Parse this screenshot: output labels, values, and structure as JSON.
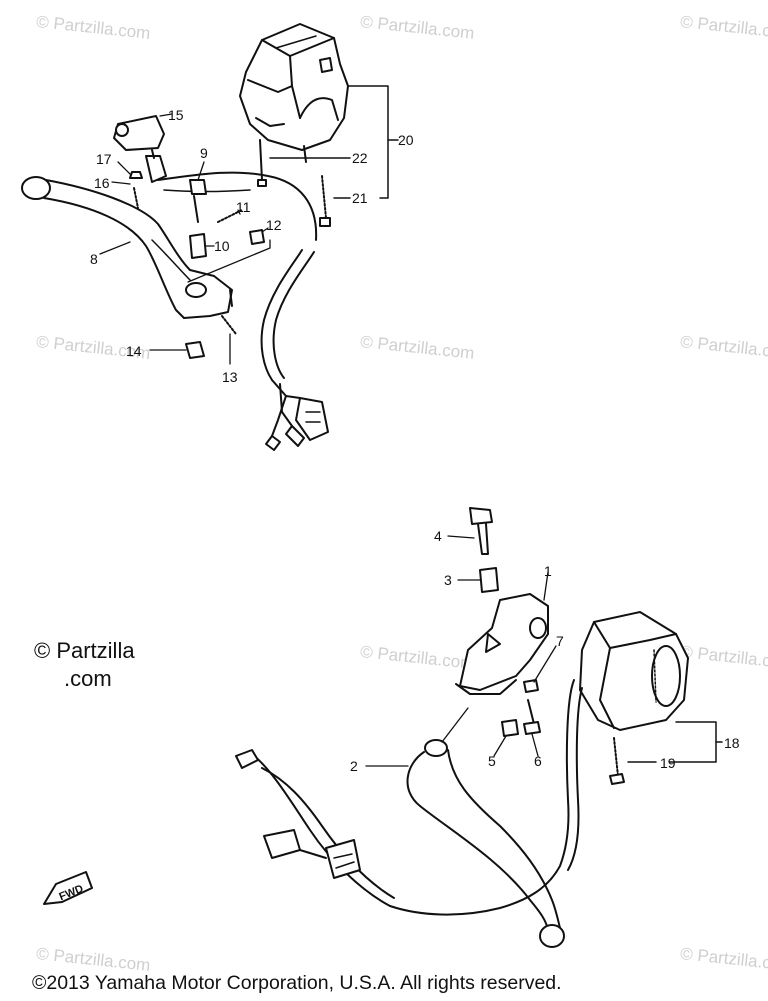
{
  "watermark": "© Partzilla.com",
  "brand": {
    "line1": "© Partzilla",
    "line2": ".com"
  },
  "copyright": "©2013 Yamaha Motor Corporation, U.S.A. All rights reserved.",
  "fwd_label": "FWD",
  "callouts": {
    "c1": "1",
    "c2": "2",
    "c3": "3",
    "c4": "4",
    "c5": "5",
    "c6": "6",
    "c7": "7",
    "c8": "8",
    "c9": "9",
    "c10": "10",
    "c11": "11",
    "c12": "12",
    "c13": "13",
    "c14": "14",
    "c15": "15",
    "c16": "16",
    "c17": "17",
    "c18": "18",
    "c19": "19",
    "c20": "20",
    "c21": "21",
    "c22": "22"
  },
  "colors": {
    "line": "#111111",
    "watermark": "#cfcfcf",
    "background": "#ffffff"
  }
}
